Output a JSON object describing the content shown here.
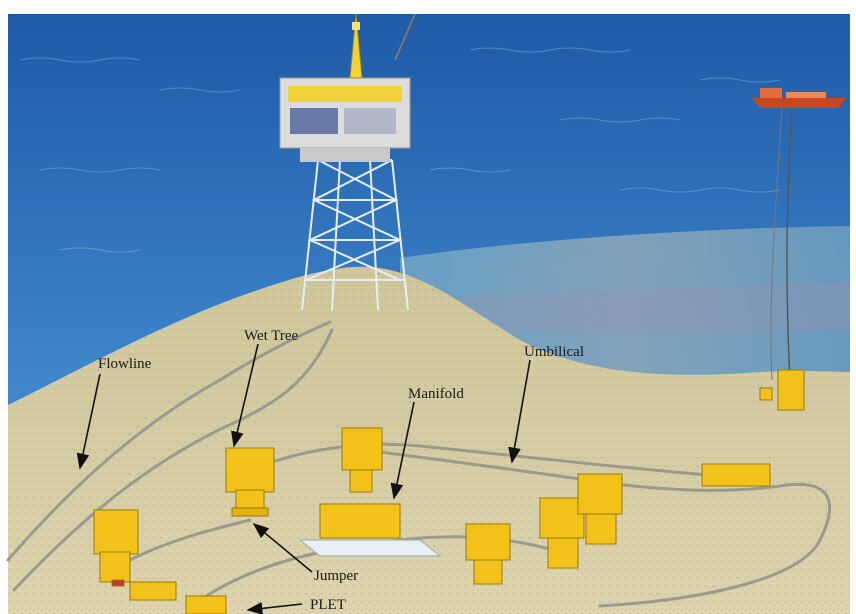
{
  "diagram": {
    "labels": {
      "flowline": "Flowline",
      "wet_tree": "Wet Tree",
      "umbilical": "Umbilical",
      "manifold": "Manifold",
      "jumper": "Jumper",
      "plet": "PLET"
    }
  },
  "colors": {
    "sea": "#2f6fb8",
    "seabed": "#d9cfa6",
    "equipment": "#f2c21b",
    "platform": "#e8e8e8",
    "arrow": "#111111"
  }
}
